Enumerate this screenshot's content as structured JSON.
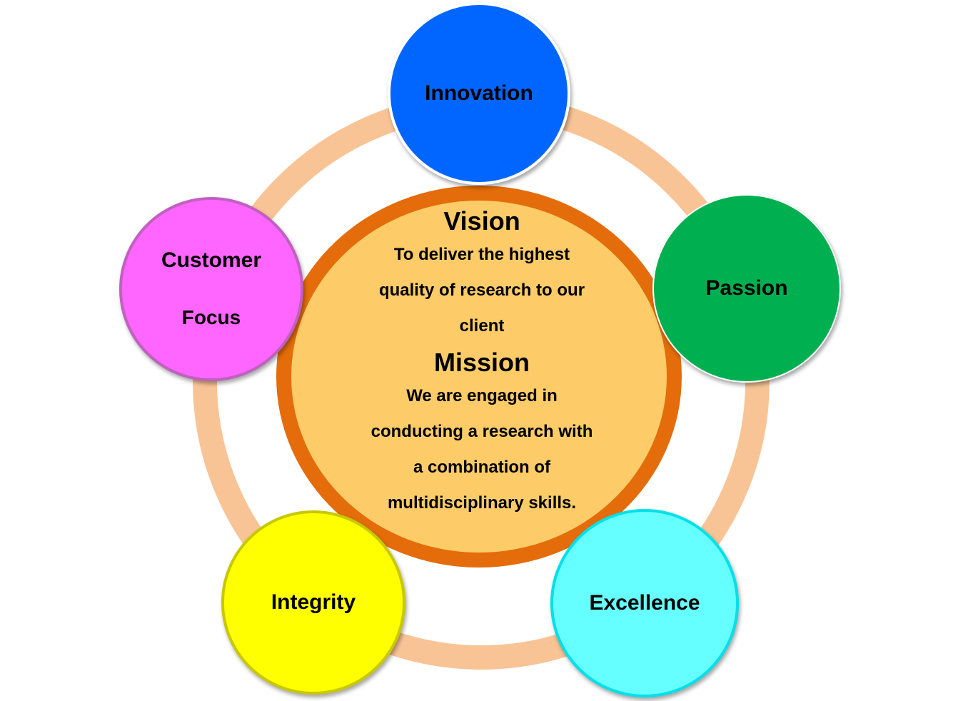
{
  "center": {
    "vision_title": "Vision",
    "vision_lines": [
      "To deliver the highest",
      "quality of research to our",
      "client"
    ],
    "mission_title": "Mission",
    "mission_lines": [
      "We are engaged in",
      "conducting a research with",
      "a combination of",
      "multidisciplinary skills."
    ]
  },
  "nodes": {
    "innovation": "Innovation",
    "passion": "Passion",
    "excellence": "Excellence",
    "integrity": "Integrity",
    "customer_focus": [
      "Customer",
      "Focus"
    ]
  },
  "colors": {
    "ring": "#f8c496",
    "center_fill": "#fdcc68",
    "center_border": "#e46c0a",
    "innovation": "#0066ff",
    "passion": "#00b050",
    "excellence": "#66ffff",
    "integrity": "#ffff00",
    "customer_focus": "#ff66ff"
  }
}
